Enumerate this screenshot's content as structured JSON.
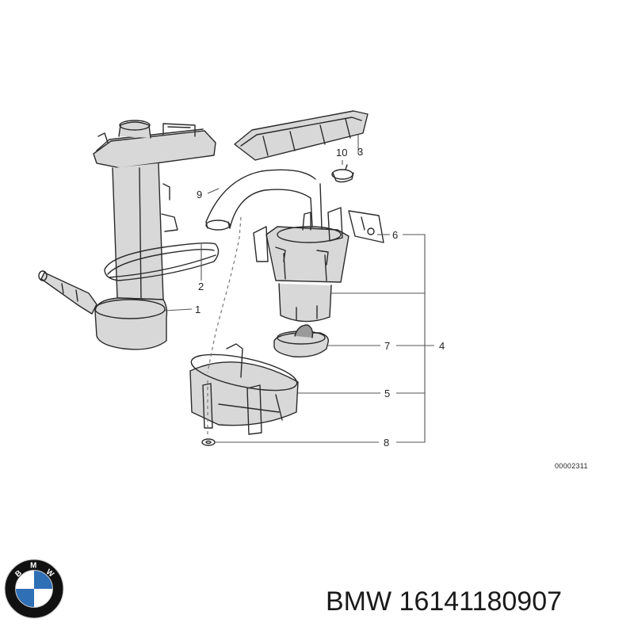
{
  "callouts": {
    "c1": "1",
    "c2": "2",
    "c3": "3",
    "c4": "4",
    "c5": "5",
    "c6": "6",
    "c7": "7",
    "c8": "8",
    "c9": "9",
    "c10": "10"
  },
  "diagram_code": "00002311",
  "logo": {
    "name": "bmw-roundel",
    "text": "BMW",
    "colors": {
      "blue": "#2f6fb5",
      "black": "#111111",
      "white": "#ffffff"
    }
  },
  "caption": {
    "brand": "BMW",
    "part_number": "16141180907"
  }
}
